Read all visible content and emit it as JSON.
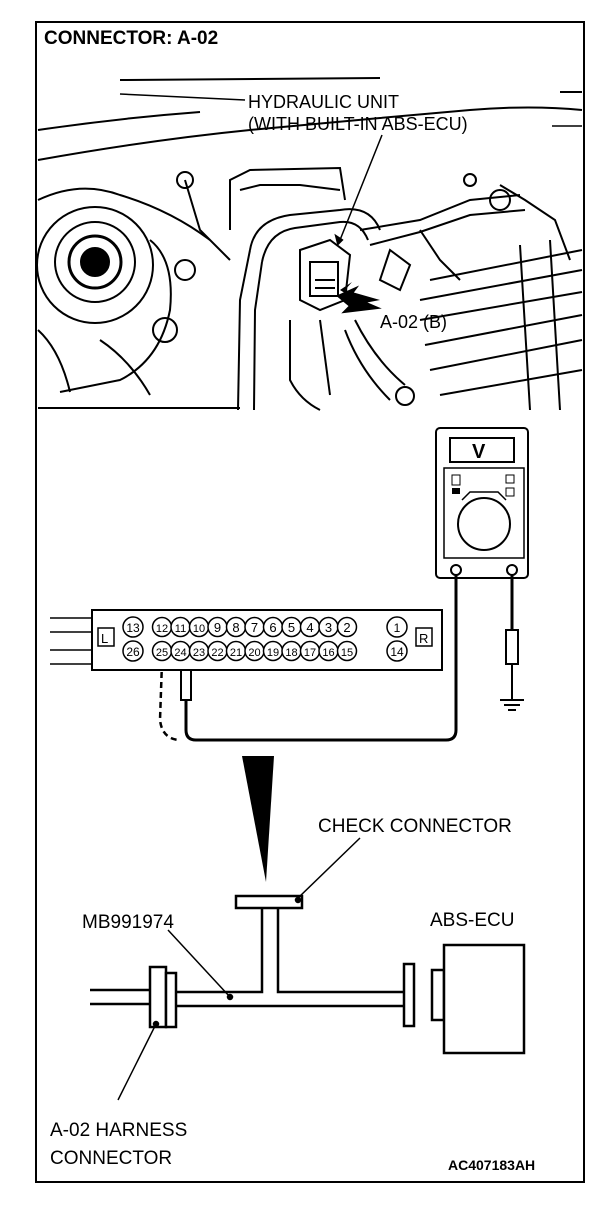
{
  "title": "CONNECTOR: A-02",
  "engine_view": {
    "unit_label_line1": "HYDRAULIC UNIT",
    "unit_label_line2": "(WITH BUILT-IN ABS-ECU)",
    "connector_label": "A-02 (B)"
  },
  "voltmeter": {
    "display": "V"
  },
  "connector": {
    "left_mark": "L",
    "right_mark": "R",
    "top_row_left": "13",
    "top_row": [
      "12",
      "11",
      "10",
      "9",
      "8",
      "7",
      "6",
      "5",
      "4",
      "3",
      "2"
    ],
    "top_row_right": "1",
    "bottom_row_left": "26",
    "bottom_row": [
      "25",
      "24",
      "23",
      "22",
      "21",
      "20",
      "19",
      "18",
      "17",
      "16",
      "15"
    ],
    "bottom_row_right": "14"
  },
  "harness_diagram": {
    "check_connector_label": "CHECK CONNECTOR",
    "tool_label": "MB991974",
    "ecu_label": "ABS-ECU",
    "harness_label_line1": "A-02 HARNESS",
    "harness_label_line2": "CONNECTOR"
  },
  "figure_code": "AC407183AH"
}
